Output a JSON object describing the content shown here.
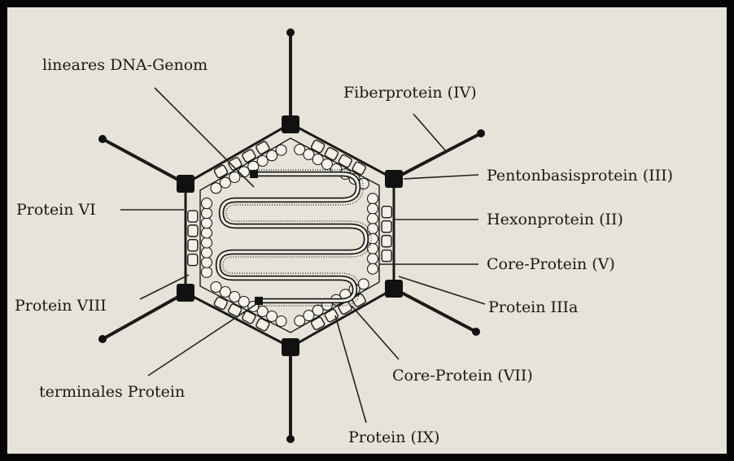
{
  "labels": {
    "dna_genome": "lineares DNA-Genom",
    "fiber": "Fiberprotein (IV)",
    "penton_base": "Pentonbasisprotein (III)",
    "hexon": "Hexonprotein (II)",
    "core_v": "Core-Protein (V)",
    "protein_iiia": "Protein IIIa",
    "core_vii": "Core-Protein (VII)",
    "protein_ix": "Protein (IX)",
    "terminal_protein": "terminales Protein",
    "protein_viii": "Protein VIII",
    "protein_vi": "Protein VI"
  },
  "colors": {
    "background": "#e7e3d8",
    "frame": "#050505",
    "ink": "#1a1a1a"
  }
}
